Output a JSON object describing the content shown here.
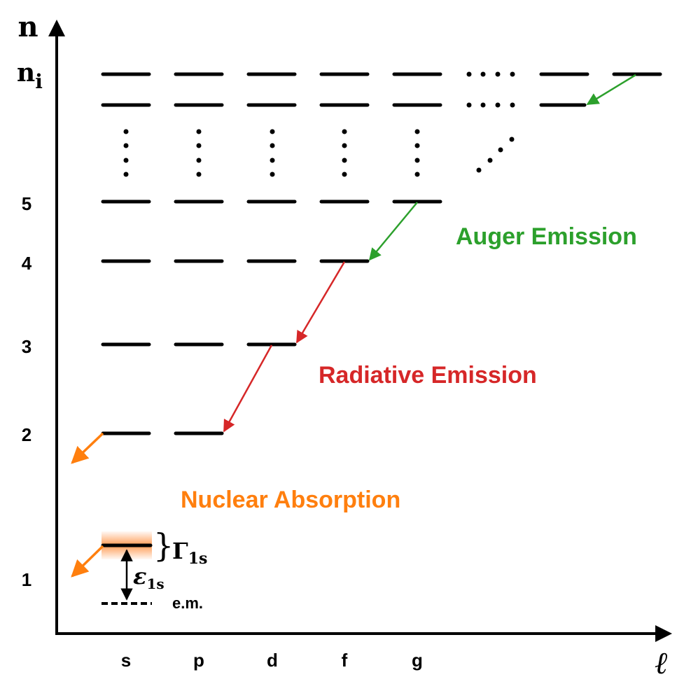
{
  "axes": {
    "y_title": "n",
    "y_top_label_base": "n",
    "y_top_label_sub": "i",
    "x_title": "ℓ",
    "y_labels": [
      "1",
      "2",
      "3",
      "4",
      "5"
    ],
    "x_labels": [
      "s",
      "p",
      "d",
      "f",
      "g"
    ]
  },
  "labels": {
    "auger": "Auger Emission",
    "radiative": "Radiative Emission",
    "nuclear": "Nuclear Absorption",
    "width_symbol": "Γ",
    "width_sub": "1s",
    "brace": "}",
    "energy_symbol": "ε",
    "energy_sub": "1s",
    "em": "e.m."
  },
  "colors": {
    "auger": "#2ca02c",
    "radiative": "#d62728",
    "nuclear": "#ff7f0e",
    "level": "#000000",
    "glow": "#ff8c3a"
  }
}
